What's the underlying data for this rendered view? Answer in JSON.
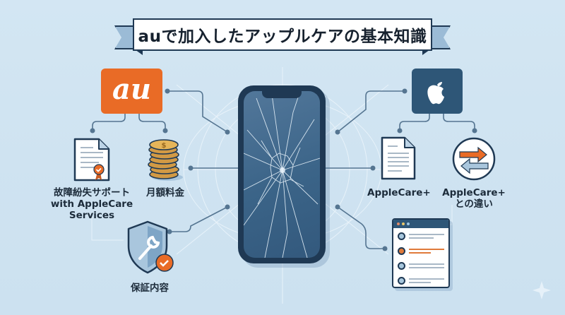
{
  "title": "auで加入したアップルケアの基本知識",
  "center": {
    "device": "smartphone-cracked-screen"
  },
  "left": {
    "logo": {
      "text": "au",
      "color": "#e96b26"
    },
    "items": [
      {
        "label_lines": [
          "故障紛失サポート",
          "with AppleCare",
          "Services"
        ],
        "icon": "certificate-document-icon"
      },
      {
        "label_lines": [
          "月額料金"
        ],
        "icon": "coin-stack-icon"
      },
      {
        "label_lines": [
          "保証内容"
        ],
        "icon": "shield-wrench-icon"
      }
    ]
  },
  "right": {
    "logo": {
      "icon": "apple-logo-icon",
      "color": "#2e5677"
    },
    "items": [
      {
        "label_lines": [
          "AppleCare+"
        ],
        "icon": "document-icon"
      },
      {
        "label_lines": [
          "AppleCare+",
          "との違い"
        ],
        "icon": "exchange-arrows-icon"
      },
      {
        "label_lines": [],
        "icon": "list-window-icon"
      }
    ]
  },
  "colors": {
    "background": "#d0e4f2",
    "navy": "#1f3954",
    "orange": "#e96b26",
    "connector": "#557591"
  }
}
